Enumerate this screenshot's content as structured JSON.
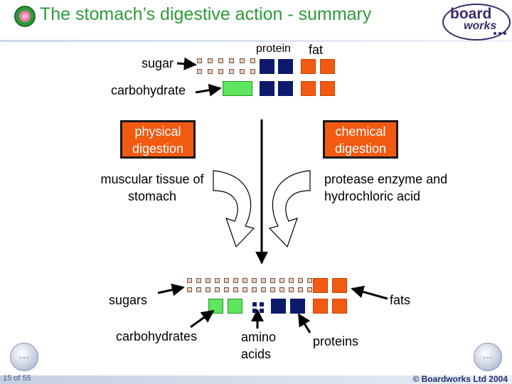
{
  "header": {
    "title": "The stomach’s digestive action - summary",
    "logo_top": "board",
    "logo_bottom": "works"
  },
  "inputs": {
    "protein_label": "protein",
    "fat_label": "fat",
    "sugar_label": "sugar",
    "carbohydrate_label": "carbohydrate"
  },
  "processes": {
    "physical_label": "physical digestion",
    "chemical_label": "chemical digestion",
    "physical_agent": "muscular tissue of stomach",
    "chemical_agent": "protease enzyme and hydrochloric acid"
  },
  "outputs": {
    "sugars_label": "sugars",
    "fats_label": "fats",
    "carbohydrates_label": "carbohydrates",
    "amino_acids_label": "amino acids",
    "proteins_label": "proteins"
  },
  "footer": {
    "slide_number": "15 of 55",
    "copyright": "© Boardworks Ltd 2004",
    "prev_icon": "···",
    "next_icon": "···"
  },
  "colors": {
    "title_green": "#2e9a3a",
    "box_orange": "#f25a12",
    "protein_blue": "#0d1a6b",
    "carb_green": "#5ee65e",
    "sugar_pink": "#f2c9b2"
  }
}
